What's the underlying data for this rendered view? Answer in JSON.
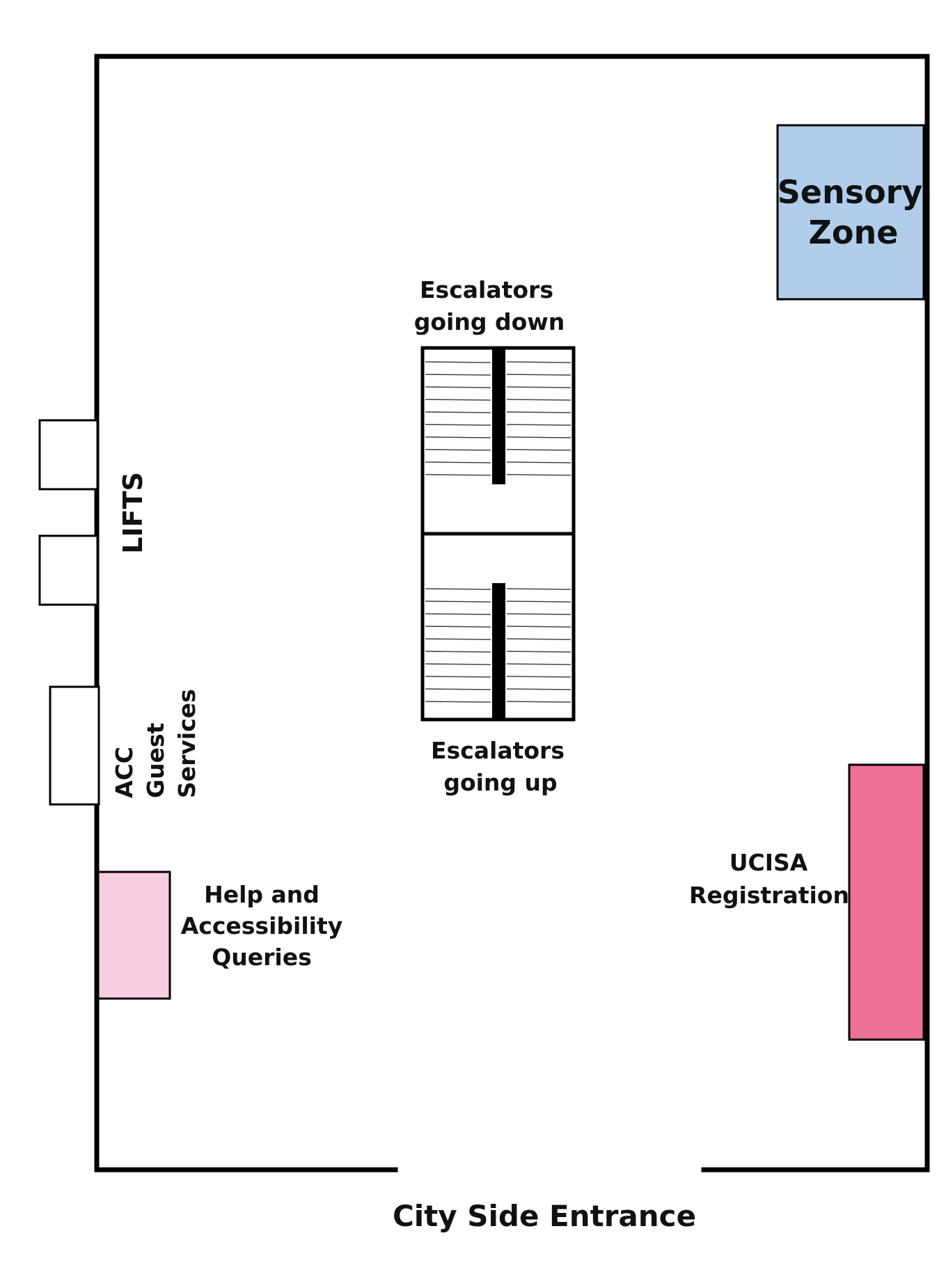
{
  "map": {
    "sensory_zone": {
      "line1": "Sensory",
      "line2": "Zone",
      "color": "#b1cdeb"
    },
    "escalators_down": {
      "line1": "Escalators",
      "line2": "going down"
    },
    "escalators_up": {
      "line1": "Escalators",
      "line2": "going up"
    },
    "lifts": {
      "label": "LIFTS"
    },
    "guest_services": {
      "line1": "ACC",
      "line2": "Guest",
      "line3": "Services"
    },
    "help_desk": {
      "line1": "Help and",
      "line2": "Accessibility",
      "line3": "Queries",
      "color": "#f7cce0"
    },
    "registration": {
      "line1": "UCISA",
      "line2": "Registration",
      "color": "#ec7194"
    },
    "entrance": {
      "label": "City Side Entrance"
    }
  }
}
